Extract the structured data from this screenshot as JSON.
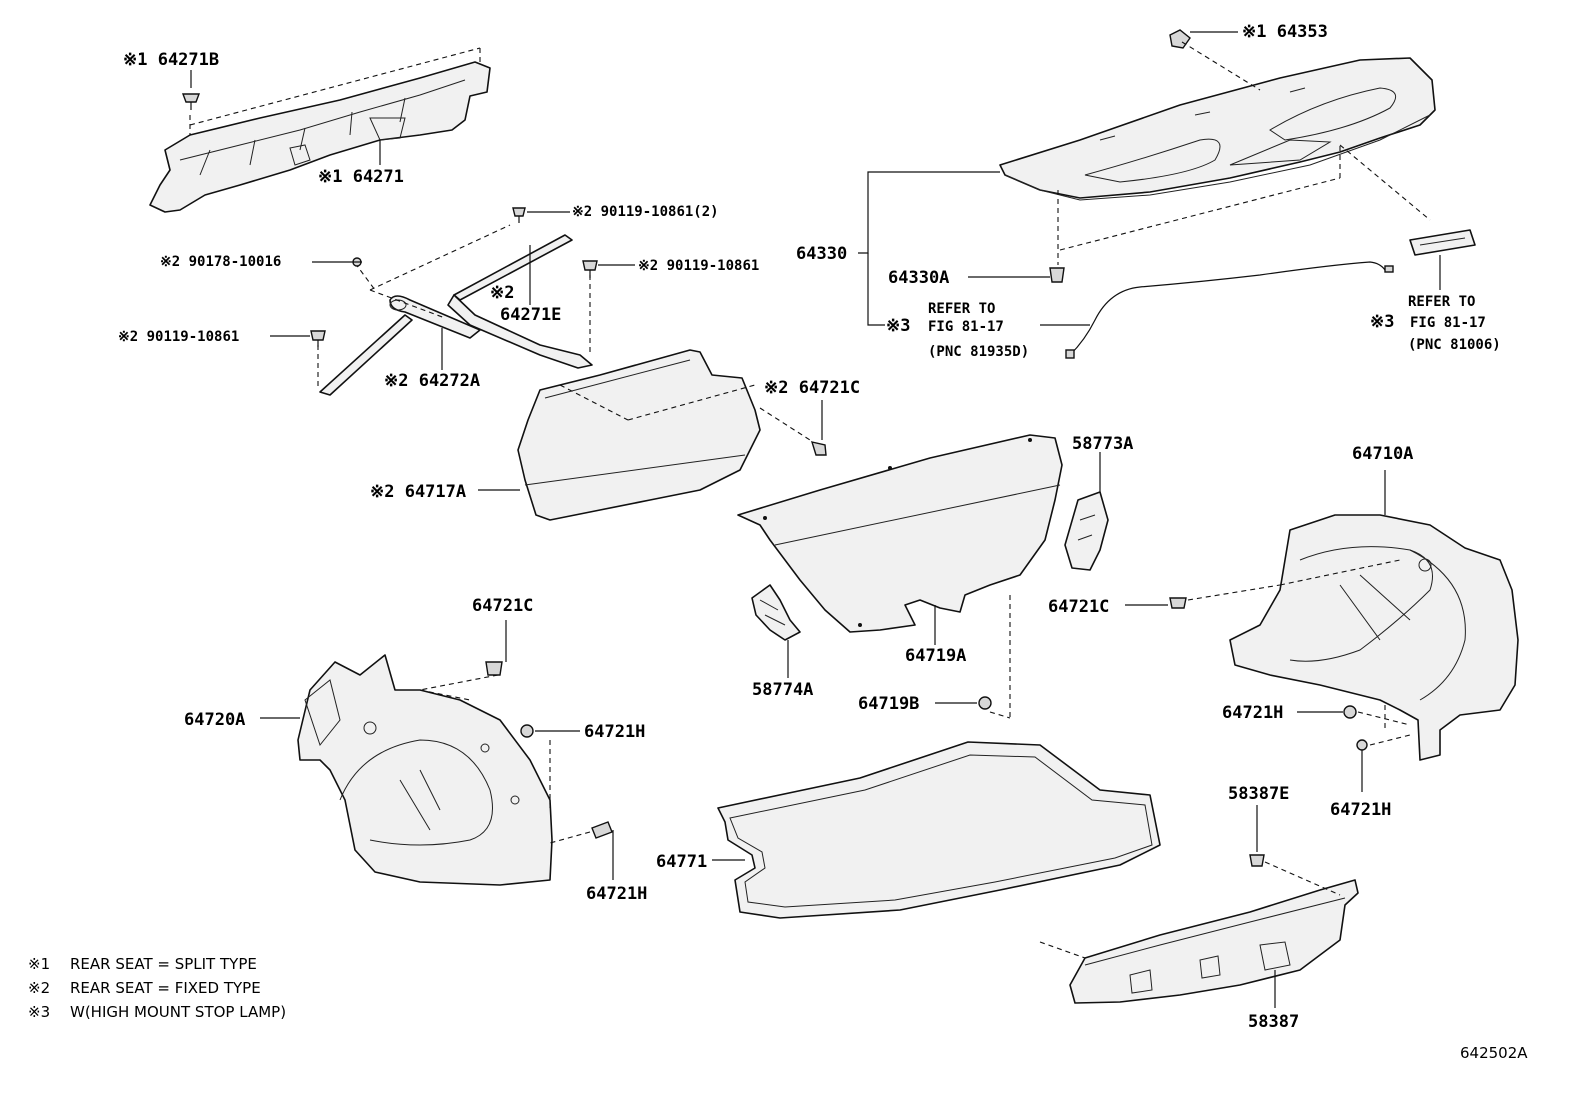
{
  "diagram_code": "642502A",
  "legend": [
    {
      "mark": "※1",
      "text": "REAR SEAT = SPLIT TYPE"
    },
    {
      "mark": "※2",
      "text": "REAR SEAT = FIXED TYPE"
    },
    {
      "mark": "※3",
      "text": "W(HIGH MOUNT STOP LAMP)"
    }
  ],
  "callouts": {
    "p64271B": "※1 64271B",
    "p64271": "※1 64271",
    "p90119_2": "※2 90119-10861(2)",
    "p90178": "※2 90178-10016",
    "p90119_r": "※2 90119-10861",
    "p64271E_mark": "※2",
    "p64271E": "64271E",
    "p90119_l": "※2 90119-10861",
    "p64272A": "※2 64272A",
    "p64721C_top": "※2 64721C",
    "p64717A": "※2 64717A",
    "p64353": "※1 64353",
    "p64330": "64330",
    "p64330A": "64330A",
    "ref1_l1": "REFER TO",
    "ref1_mark": "※3",
    "ref1_l2": "FIG 81-17",
    "ref1_l3": "(PNC 81935D)",
    "ref2_l1": "REFER TO",
    "ref2_mark": "※3",
    "ref2_l2": "FIG 81-17",
    "ref2_l3": "(PNC 81006)",
    "p58773A": "58773A",
    "p64710A": "64710A",
    "p64721C_right": "64721C",
    "p64719A": "64719A",
    "p58774A": "58774A",
    "p64719B": "64719B",
    "p64721C_left": "64721C",
    "p64720A": "64720A",
    "p64721H_l1": "64721H",
    "p64721H_l2": "64721H",
    "p64771": "64771",
    "p64721H_r1": "64721H",
    "p64721H_r2": "64721H",
    "p58387E": "58387E",
    "p58387": "58387"
  }
}
